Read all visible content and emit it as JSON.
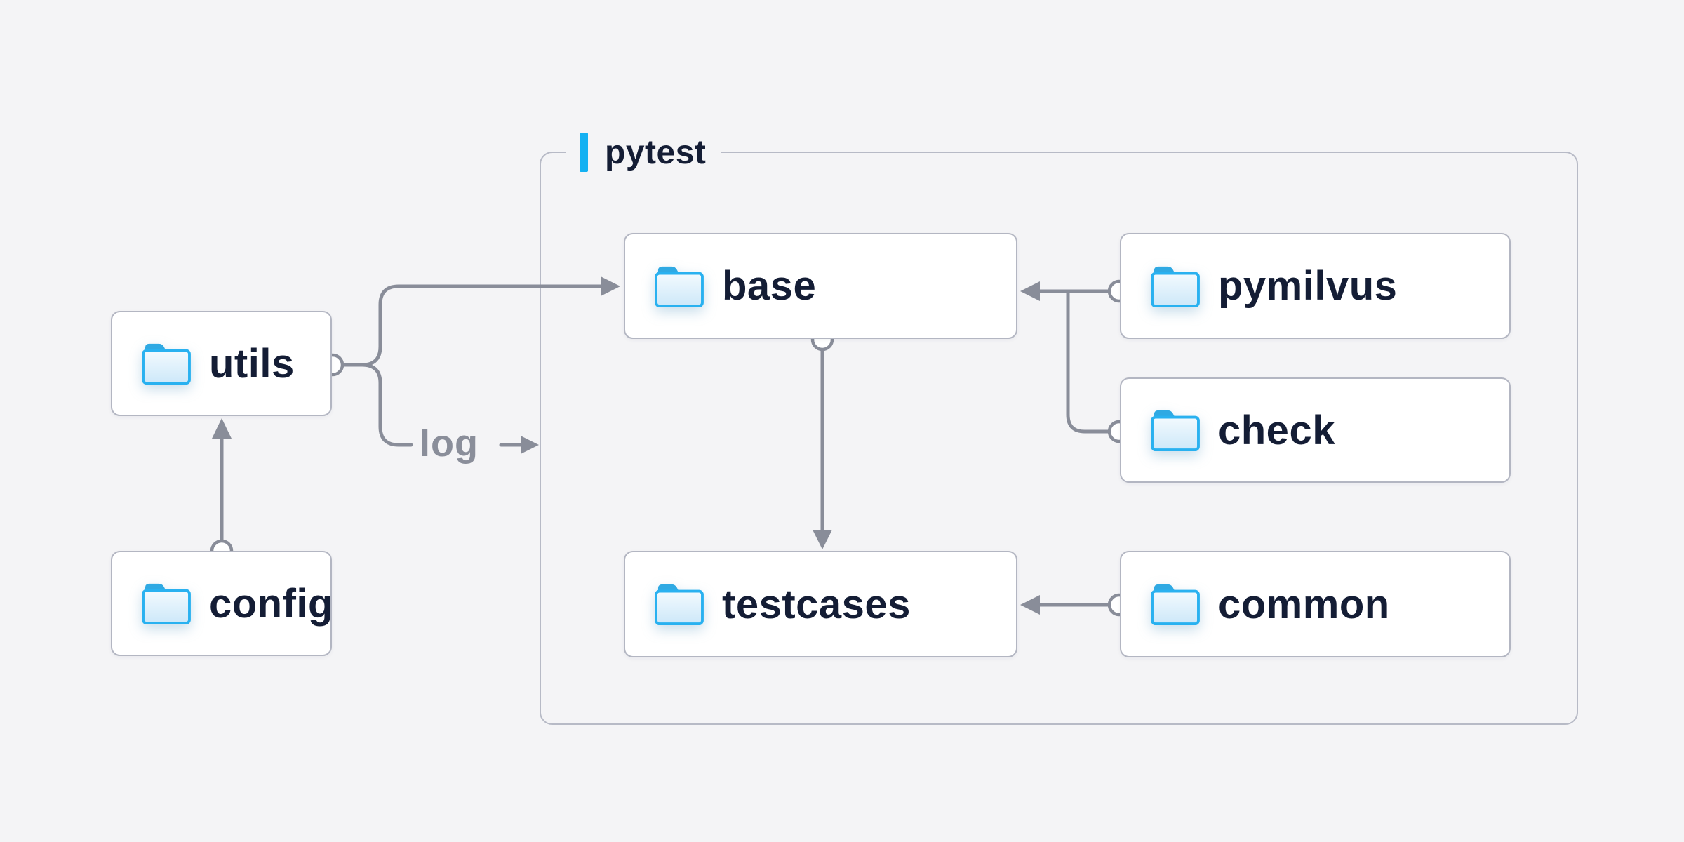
{
  "canvas": {
    "background": "#f4f4f6"
  },
  "group": {
    "label": "pytest",
    "accent_color": "#14b1f2",
    "border_color": "#b7bac6"
  },
  "nodes": {
    "utils": {
      "label": "utils",
      "icon": "folder-icon"
    },
    "config": {
      "label": "config",
      "icon": "folder-icon"
    },
    "base": {
      "label": "base",
      "icon": "folder-icon"
    },
    "pymilvus": {
      "label": "pymilvus",
      "icon": "folder-icon"
    },
    "check": {
      "label": "check",
      "icon": "folder-icon"
    },
    "testcases": {
      "label": "testcases",
      "icon": "folder-icon"
    },
    "common": {
      "label": "common",
      "icon": "folder-icon"
    }
  },
  "edges": {
    "log_label": "log",
    "line_color": "#898d99",
    "connections": [
      {
        "from": "config",
        "to": "utils",
        "type": "arrow"
      },
      {
        "from": "utils",
        "to": "base",
        "type": "arrow"
      },
      {
        "from": "utils",
        "to": "log",
        "type": "labeled-arrow"
      },
      {
        "from": "pymilvus",
        "to": "base",
        "type": "arrow"
      },
      {
        "from": "pymilvus",
        "to": "check",
        "type": "branch"
      },
      {
        "from": "base",
        "to": "testcases",
        "type": "arrow"
      },
      {
        "from": "common",
        "to": "testcases",
        "type": "arrow"
      }
    ]
  },
  "colors": {
    "node_fill": "#ffffff",
    "node_border": "#b3b6c2",
    "text": "#141d35",
    "folder_border": "#29b1f0",
    "folder_tab": "#2fa9e3",
    "edge_label_text": "#8a8e9a"
  }
}
